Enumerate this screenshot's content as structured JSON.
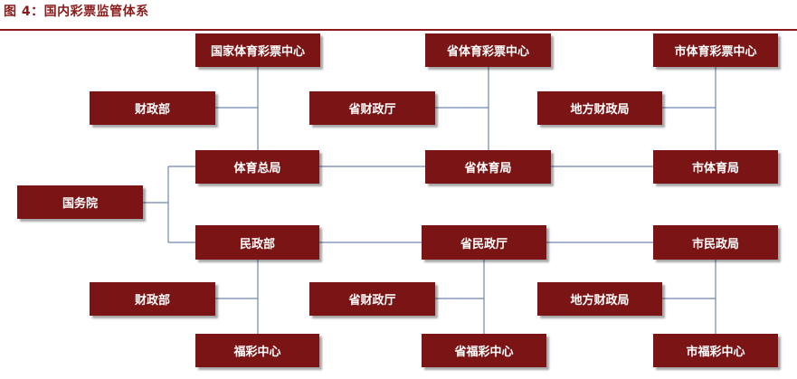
{
  "title": "图 4：国内彩票监管体系",
  "colors": {
    "box_fill": "#7b1414",
    "box_text": "#ffffff",
    "line": "#6f86b0",
    "title": "#8b1a1a"
  },
  "nodes": {
    "national_lottery_center": "国家体育彩票中心",
    "provincial_lottery_center": "省体育彩票中心",
    "city_lottery_center": "市体育彩票中心",
    "finance_ministry_sports": "财政部",
    "provincial_finance_sports": "省财政厅",
    "local_finance_sports": "地方财政局",
    "general_sports_admin": "体育总局",
    "provincial_sports_bureau": "省体育局",
    "city_sports_bureau": "市体育局",
    "state_council": "国务院",
    "civil_affairs_ministry": "民政部",
    "provincial_civil_affairs": "省民政厅",
    "city_civil_affairs": "市民政局",
    "finance_ministry_welfare": "财政部",
    "provincial_finance_welfare": "省财政厅",
    "local_finance_welfare": "地方财政局",
    "welfare_lottery_center": "福彩中心",
    "provincial_welfare_center": "省福彩中心",
    "city_welfare_center": "市福彩中心"
  }
}
